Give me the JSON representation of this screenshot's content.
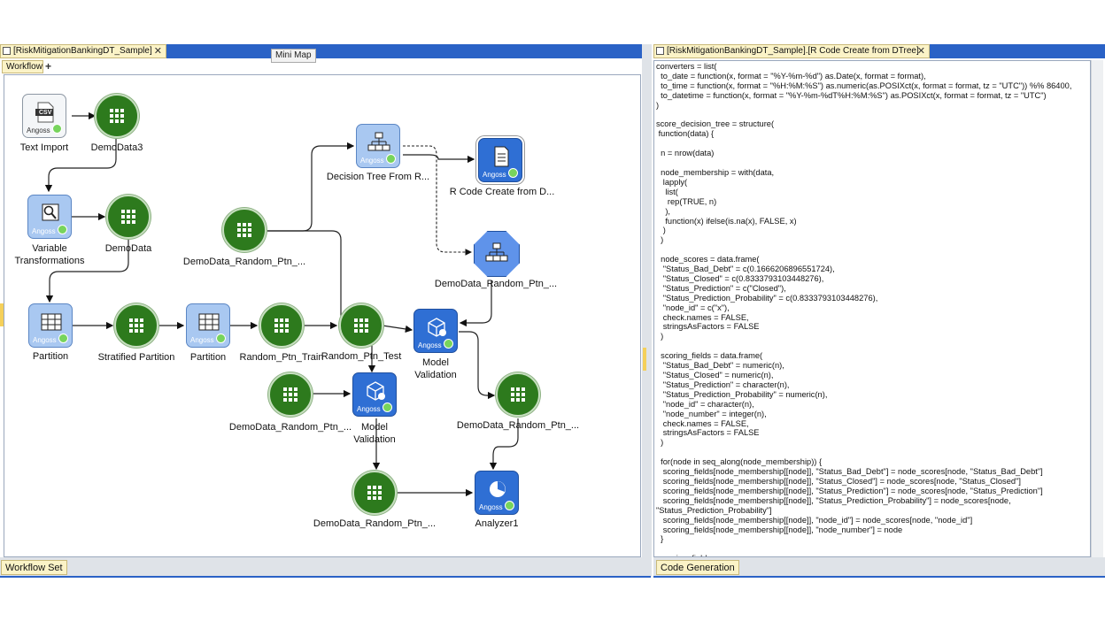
{
  "left_tab": {
    "title": "[RiskMitigationBankingDT_Sample]",
    "close": "✕"
  },
  "right_tab": {
    "title": "[RiskMitigationBankingDT_Sample].[R Code Create from DTree]",
    "close": "✕"
  },
  "minimap_label": "Mini Map",
  "workflow_tab": "Workflow",
  "add_tab": "+",
  "bottom": {
    "left_tab": "Workflow Set",
    "right_tab": "Code Generation"
  },
  "node_brand": "Angoss",
  "nodes": {
    "text_import": "Text Import",
    "demodata3": "DemoData3",
    "variable_transformations": "Variable\nTransformations",
    "demodata": "DemoData",
    "partition1": "Partition",
    "stratified_partition": "Stratified Partition",
    "partition2": "Partition",
    "random_ptn_train": "Random_Ptn_Train",
    "random_ptn_test": "Random_Ptn_Test",
    "decision_tree": "Decision Tree From R...",
    "r_code_create": "R Code Create from D...",
    "demodata_random_top": "DemoData_Random_Ptn_...",
    "demodata_random_oct": "DemoData_Random_Ptn_...",
    "model_validation_right": "Model\nValidation",
    "demodata_random_right": "DemoData_Random_Ptn_...",
    "demodata_random_left": "DemoData_Random_Ptn_...",
    "model_validation_center": "Model\nValidation",
    "demodata_random_bottom": "DemoData_Random_Ptn_...",
    "analyzer1": "Analyzer1"
  },
  "text_import_icon": "CSV",
  "code": "converters = list(\n  to_date = function(x, format = \"%Y-%m-%d\") as.Date(x, format = format),\n  to_time = function(x, format = \"%H:%M:%S\") as.numeric(as.POSIXct(x, format = format, tz = \"UTC\")) %% 86400,\n  to_datetime = function(x, format = \"%Y-%m-%dT%H:%M:%S\") as.POSIXct(x, format = format, tz = \"UTC\")\n)\n\nscore_decision_tree = structure(\n function(data) {\n\n  n = nrow(data)\n\n  node_membership = with(data,\n   lapply(\n    list(\n     rep(TRUE, n)\n    ),\n    function(x) ifelse(is.na(x), FALSE, x)\n   )\n  )\n\n  node_scores = data.frame(\n   \"Status_Bad_Debt\" = c(0.1666206896551724),\n   \"Status_Closed\" = c(0.8333793103448276),\n   \"Status_Prediction\" = c(\"Closed\"),\n   \"Status_Prediction_Probability\" = c(0.8333793103448276),\n   \"node_id\" = c(\"x\"),\n   check.names = FALSE,\n   stringsAsFactors = FALSE\n  )\n\n  scoring_fields = data.frame(\n   \"Status_Bad_Debt\" = numeric(n),\n   \"Status_Closed\" = numeric(n),\n   \"Status_Prediction\" = character(n),\n   \"Status_Prediction_Probability\" = numeric(n),\n   \"node_id\" = character(n),\n   \"node_number\" = integer(n),\n   check.names = FALSE,\n   stringsAsFactors = FALSE\n  )\n\n  for(node in seq_along(node_membership)) {\n   scoring_fields[node_membership[[node]], \"Status_Bad_Debt\"] = node_scores[node, \"Status_Bad_Debt\"]\n   scoring_fields[node_membership[[node]], \"Status_Closed\"] = node_scores[node, \"Status_Closed\"]\n   scoring_fields[node_membership[[node]], \"Status_Prediction\"] = node_scores[node, \"Status_Prediction\"]\n   scoring_fields[node_membership[[node]], \"Status_Prediction_Probability\"] = node_scores[node,\n\"Status_Prediction_Probability\"]\n   scoring_fields[node_membership[[node]], \"node_id\"] = node_scores[node, \"node_id\"]\n   scoring_fields[node_membership[[node]], \"node_number\"] = node\n  }\n\n  scoring_fields"
}
